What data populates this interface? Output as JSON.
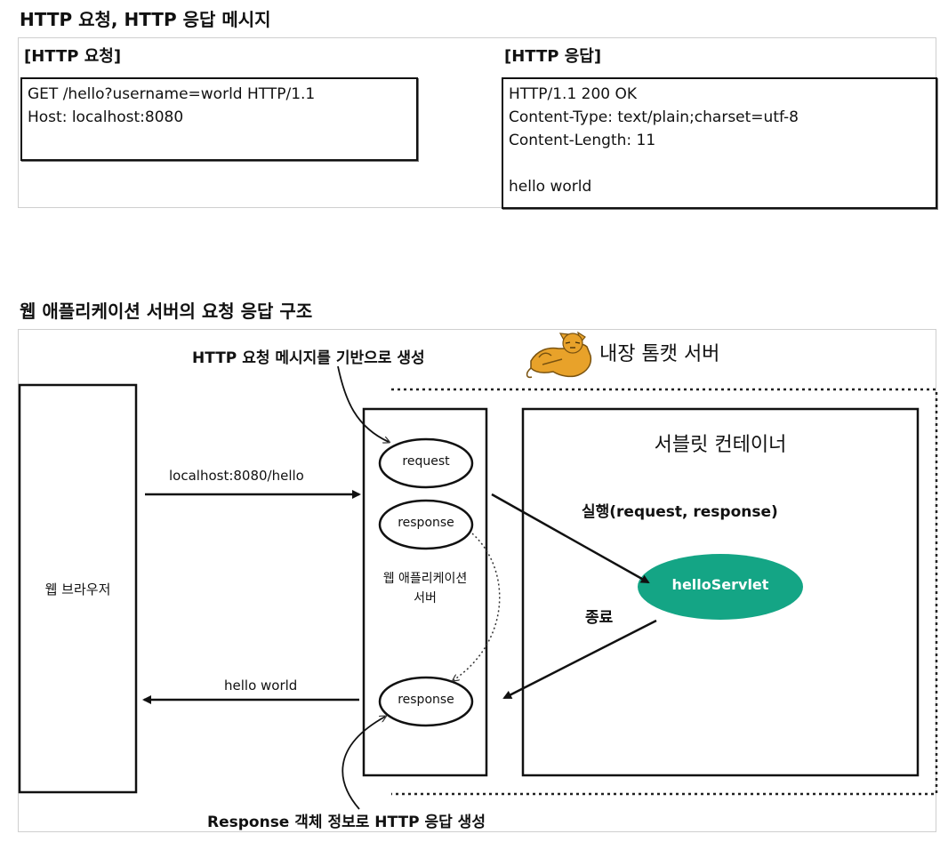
{
  "section1": {
    "title": "HTTP 요청, HTTP 응답 메시지",
    "request_label": "[HTTP 요청]",
    "response_label": "[HTTP 응답]",
    "request_lines": [
      "GET /hello?username=world HTTP/1.1",
      "Host: localhost:8080"
    ],
    "response_lines": [
      "HTTP/1.1 200 OK",
      "Content-Type: text/plain;charset=utf-8",
      "Content-Length: 11",
      "",
      "hello world"
    ]
  },
  "section2": {
    "title": "웹 애플리케이션 서버의 요청 응답 구조",
    "tomcat_label": "내장 톰캣 서버",
    "note_top": "HTTP 요청 메시지를 기반으로 생성",
    "note_bottom": "Response 객체 정보로 HTTP 응답 생성",
    "browser_label": "웹 브라우저",
    "request_url": "localhost:8080/hello",
    "response_text": "hello world",
    "was_label_line1": "웹 애플리케이션",
    "was_label_line2": "서버",
    "request_obj": "request",
    "response_obj_top": "response",
    "response_obj_bottom": "response",
    "container_title": "서블릿 컨테이너",
    "execute_label": "실행(request, response)",
    "end_label": "종료",
    "servlet_label": "helloServlet"
  },
  "colors": {
    "servlet_fill": "#14a585",
    "tomcat_color": "#e8a22a"
  }
}
